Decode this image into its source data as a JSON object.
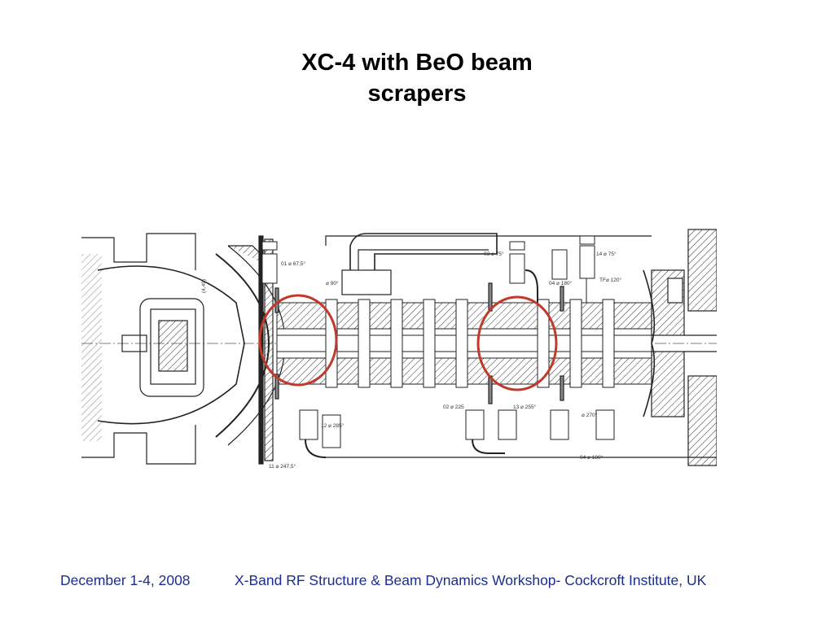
{
  "title": {
    "line1": "XC-4 with BeO beam",
    "line2": "scrapers"
  },
  "drawing": {
    "labels": {
      "d1": "01 ⌀ 67,5°",
      "d2": "⌀ 90°",
      "d3": "(4,49)",
      "d4": "03 ⌀ 75°",
      "d5": "14 ⌀ 75°",
      "d6": "TF⌀ 120°",
      "d7": "04 ⌀ 180°",
      "d8": "02 ⌀ 225",
      "d9": "13 ⌀ 255°",
      "d10": "12 ⌀ 285°",
      "d11": "⌀ 270°",
      "d12": "04 ⌀ 180°",
      "d13": "11 ⌀ 247,5°"
    },
    "highlight_color": "#c0392b"
  },
  "footer": {
    "date": "December 1-4, 2008",
    "event": "X-Band RF Structure & Beam Dynamics Workshop- Cockcroft Institute, UK"
  }
}
